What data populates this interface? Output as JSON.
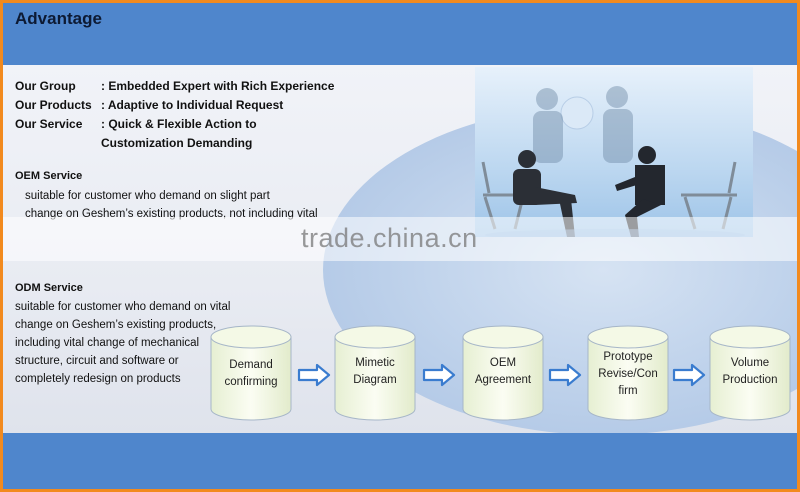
{
  "header": {
    "title": "Advantage"
  },
  "intro": [
    {
      "key": "Our Group",
      "value": ": Embedded Expert with Rich Experience"
    },
    {
      "key": "Our Products",
      "value": ": Adaptive to Individual Request"
    },
    {
      "key": "Our Service",
      "value": ": Quick & Flexible Action to"
    }
  ],
  "intro_continuation": "Customization Demanding",
  "oem": {
    "title": "OEM Service",
    "lines": [
      "suitable for customer who demand on slight part",
      "change on Geshem’s existing products, not including vital"
    ]
  },
  "watermark": "trade.china.cn",
  "odm": {
    "title": "ODM Service",
    "lines": [
      "suitable for customer who demand on vital",
      "change on Geshem’s existing products,",
      "including vital change of mechanical",
      "structure, circuit and software or",
      "completely redesign on products"
    ]
  },
  "process": [
    {
      "lines": [
        "Demand",
        "confirming"
      ]
    },
    {
      "lines": [
        "Mimetic",
        "Diagram"
      ]
    },
    {
      "lines": [
        "OEM",
        "Agreement"
      ]
    },
    {
      "lines": [
        "Prototype",
        "Revise/Con",
        "firm"
      ]
    },
    {
      "lines": [
        "Volume",
        "Production"
      ]
    }
  ],
  "colors": {
    "band": "#4f86cc",
    "border": "#f28a1e",
    "arrow_fill": "#ffffff",
    "arrow_stroke": "#3a7ccf"
  }
}
